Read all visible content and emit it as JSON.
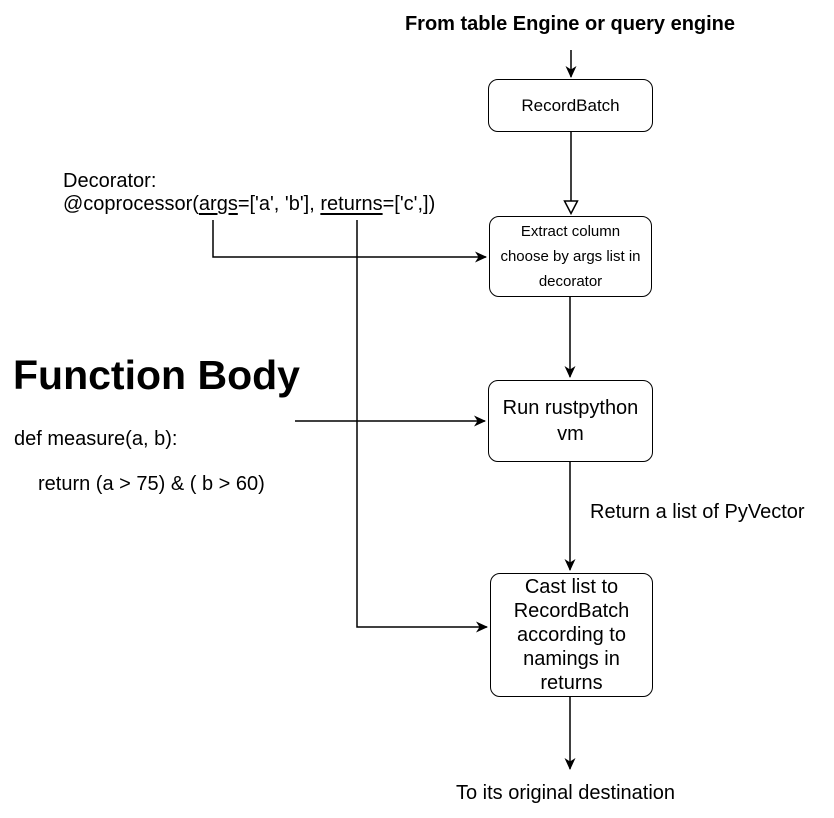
{
  "diagram": {
    "source_label": "From table Engine or query engine",
    "sink_label": "To its original destination",
    "nodes": {
      "record_batch": {
        "lines": [
          "RecordBatch"
        ]
      },
      "extract_column": {
        "lines": [
          "Extract column",
          "choose by args list in",
          "decorator"
        ]
      },
      "run_vm": {
        "lines": [
          "Run rustpython",
          "vm"
        ]
      },
      "cast_list": {
        "lines": [
          "Cast list to",
          "RecordBatch",
          "according to",
          "namings in",
          "returns"
        ]
      }
    },
    "edge_labels": {
      "run_to_cast": "Return a list of PyVector"
    },
    "decorator": {
      "title": "Decorator:",
      "code_prefix": "@coprocessor(",
      "code_args": "args",
      "code_mid": "=['a', 'b'], ",
      "code_returns": "returns",
      "code_suffix": "=['c',])"
    },
    "function_body": {
      "title": "Function Body",
      "def_line": "def measure(a, b):",
      "return_line": "return (a > 75) & ( b > 60)"
    },
    "colors": {
      "background": "#ffffff",
      "stroke": "#000000",
      "text": "#000000",
      "node_fill": "#ffffff"
    }
  }
}
